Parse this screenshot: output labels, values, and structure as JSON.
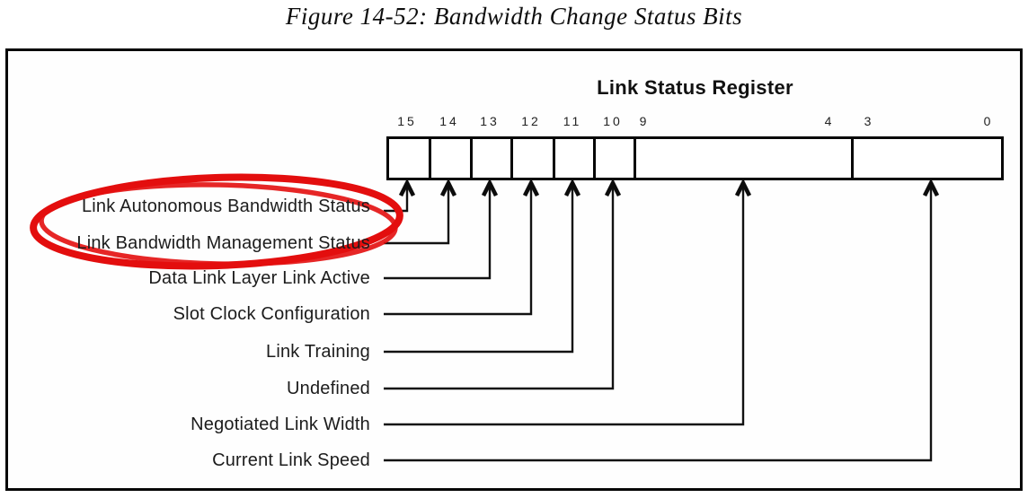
{
  "figure": {
    "caption": "Figure 14-52: Bandwidth Change Status Bits"
  },
  "register": {
    "title": "Link Status Register",
    "bit_labels": [
      "15",
      "14",
      "13",
      "12",
      "11",
      "10",
      "9",
      "4",
      "3",
      "0"
    ]
  },
  "fields": [
    {
      "label": "Link Autonomous Bandwidth Status",
      "bit": "15",
      "highlighted": true
    },
    {
      "label": "Link Bandwidth Management Status",
      "bit": "14",
      "highlighted": true
    },
    {
      "label": "Data Link Layer Link Active",
      "bit": "13",
      "highlighted": false
    },
    {
      "label": "Slot Clock Configuration",
      "bit": "12",
      "highlighted": false
    },
    {
      "label": "Link Training",
      "bit": "11",
      "highlighted": false
    },
    {
      "label": "Undefined",
      "bit": "10",
      "highlighted": false
    },
    {
      "label": "Negotiated Link Width",
      "bit": "9:4",
      "highlighted": false
    },
    {
      "label": "Current Link Speed",
      "bit": "3:0",
      "highlighted": false
    }
  ],
  "annotation": {
    "shape": "hand-drawn ellipse",
    "color": "#e30e0e",
    "circled_labels": [
      "Link Autonomous Bandwidth Status",
      "Link Bandwidth Management Status"
    ]
  },
  "colors": {
    "line_black": "#121212",
    "background": "#ffffff"
  }
}
